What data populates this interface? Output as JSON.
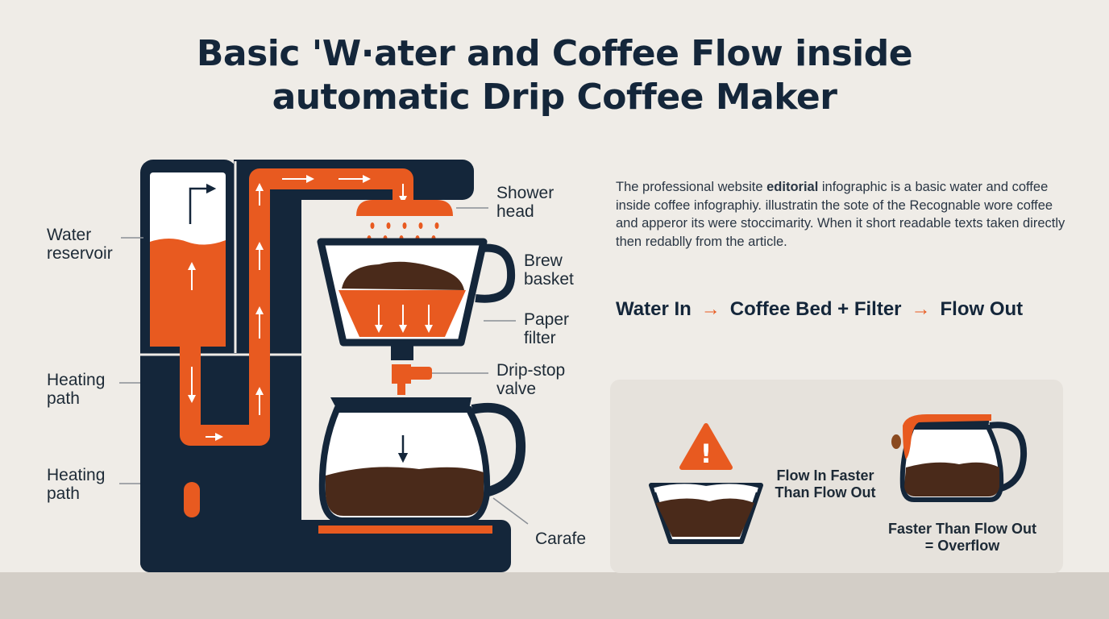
{
  "title": {
    "line1": "Basic 'W·ater and Coffee Flow inside",
    "line2": "automatic Drip Coffee Maker"
  },
  "labels": {
    "water_reservoir": [
      "Water",
      "reservoir"
    ],
    "heating_path_1": [
      "Heating",
      "path"
    ],
    "heating_path_2": [
      "Heating",
      "path"
    ],
    "shower_head": [
      "Shower",
      "head"
    ],
    "brew_basket": [
      "Brew",
      "basket"
    ],
    "paper_filter": [
      "Paper",
      "filter"
    ],
    "drip_stop_valve": [
      "Drip-stop",
      "valve"
    ],
    "carafe": "Carafe"
  },
  "description": {
    "before_bold": "The professional website ",
    "bold": "editorial",
    "after_bold": " infographic is a basic water and coffee inside coffee infographiy. illustratin the sote of the Recognable wore coffee and apperor its were stoccimarity. When it short readable texts taken directly then redablly from the article."
  },
  "flow_sequence": {
    "step1": "Water In",
    "step2": "Coffee Bed + Filter",
    "step3": "Flow Out",
    "arrow": "→"
  },
  "overflow_panel": {
    "warning_glyph": "!",
    "caption_1": [
      "Flow In Faster",
      "Than Flow Out"
    ],
    "caption_2": [
      "Faster Than Flow Out",
      "= Overflow"
    ]
  },
  "colors": {
    "navy": "#14263a",
    "orange": "#e85a20",
    "coffee": "#4a2a1a",
    "background": "#efece7",
    "panel": "#e6e2dc"
  },
  "icons": [
    "warning-icon"
  ]
}
